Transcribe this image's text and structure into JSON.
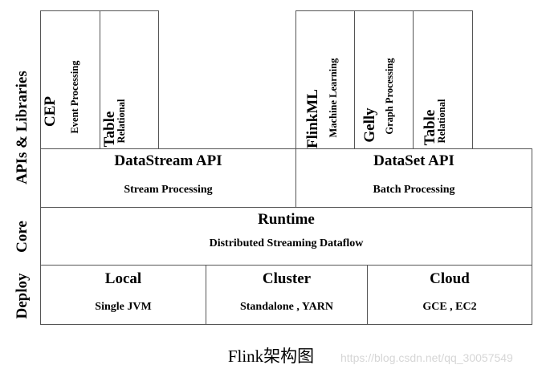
{
  "layers": {
    "apis_libraries": "APIs & Libraries",
    "core": "Core",
    "deploy": "Deploy"
  },
  "libraries": [
    {
      "name": "CEP",
      "desc": "Event Processing"
    },
    {
      "name": "Table",
      "desc": "Relational"
    },
    {
      "name": "FlinkML",
      "desc": "Machine Learning"
    },
    {
      "name": "Gelly",
      "desc": "Graph Processing"
    },
    {
      "name": "Table",
      "desc": "Relational"
    }
  ],
  "apis": [
    {
      "name": "DataStream API",
      "desc": "Stream Processing"
    },
    {
      "name": "DataSet API",
      "desc": "Batch Processing"
    }
  ],
  "runtime": {
    "name": "Runtime",
    "desc": "Distributed Streaming Dataflow"
  },
  "deploy": [
    {
      "name": "Local",
      "desc": "Single JVM"
    },
    {
      "name": "Cluster",
      "desc": "Standalone , YARN"
    },
    {
      "name": "Cloud",
      "desc": "GCE , EC2"
    }
  ],
  "caption": "Flink架构图",
  "watermark": "https://blog.csdn.net/qq_30057549"
}
